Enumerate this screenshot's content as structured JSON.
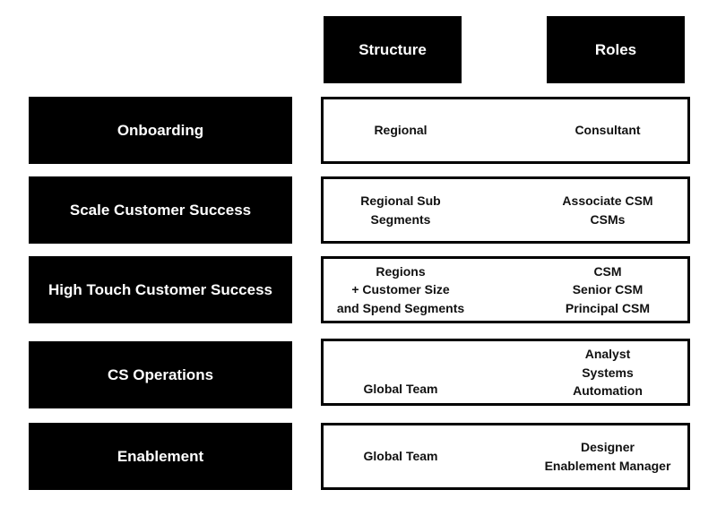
{
  "headers": {
    "structure": "Structure",
    "roles": "Roles"
  },
  "rows": [
    {
      "label": "Onboarding",
      "structure": [
        "Regional"
      ],
      "roles": [
        "Consultant"
      ]
    },
    {
      "label": "Scale Customer Success",
      "structure": [
        "Regional Sub",
        "Segments"
      ],
      "roles": [
        "Associate CSM",
        "CSMs"
      ]
    },
    {
      "label": "High Touch Customer Success",
      "structure": [
        "Regions",
        "+ Customer Size",
        "and Spend Segments"
      ],
      "roles": [
        "CSM",
        "Senior CSM",
        "Principal CSM"
      ]
    },
    {
      "label": "CS Operations",
      "structure": [
        "Global Team"
      ],
      "roles": [
        "Analyst",
        "Systems",
        "Automation"
      ]
    },
    {
      "label": "Enablement",
      "structure": [
        "Global Team"
      ],
      "roles": [
        "Designer",
        "Enablement Manager"
      ]
    }
  ]
}
